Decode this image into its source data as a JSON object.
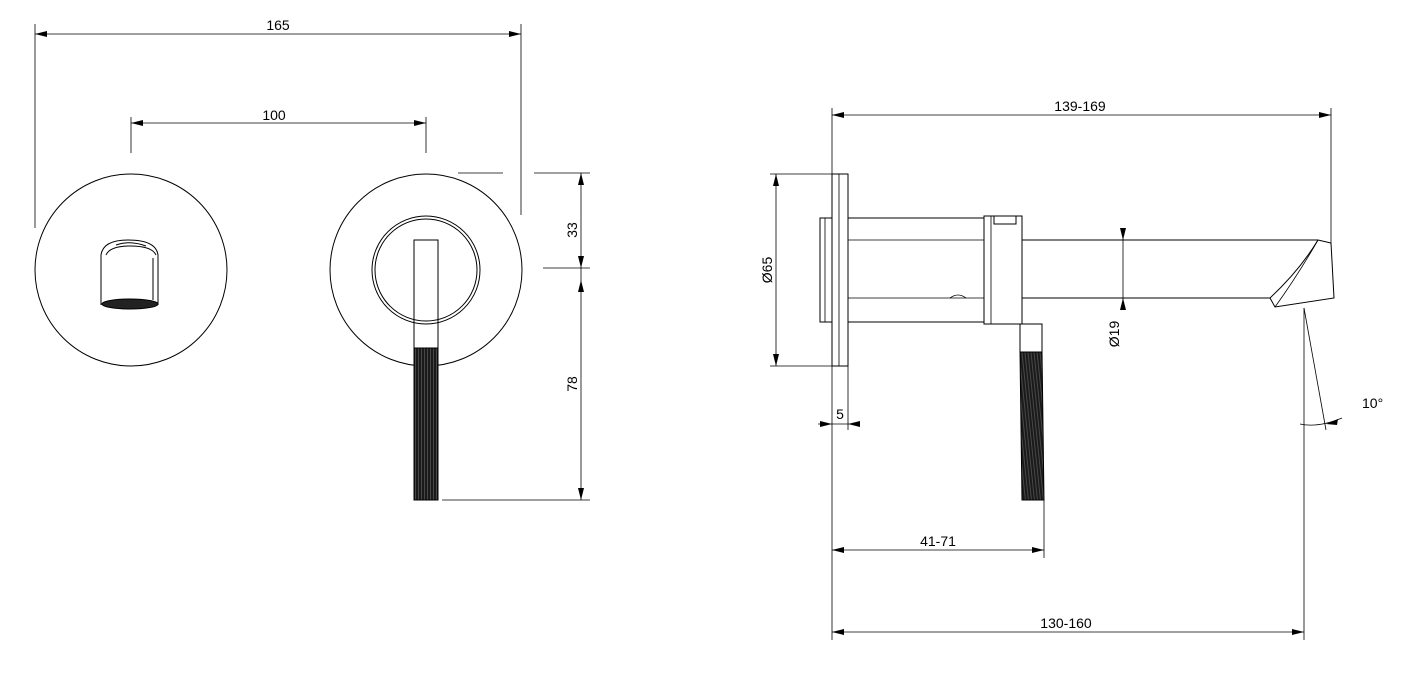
{
  "front_view": {
    "dim_overall_width": "165",
    "dim_centers": "100",
    "dim_handle_top": "33",
    "dim_handle_length": "78"
  },
  "side_view": {
    "dim_overall_projection": "139-169",
    "dim_flange_diameter": "Ø65",
    "dim_flange_thickness": "5",
    "dim_spout_diameter": "Ø19",
    "dim_angle": "10°",
    "dim_handle_offset": "41-71",
    "dim_spout_projection": "130-160"
  }
}
